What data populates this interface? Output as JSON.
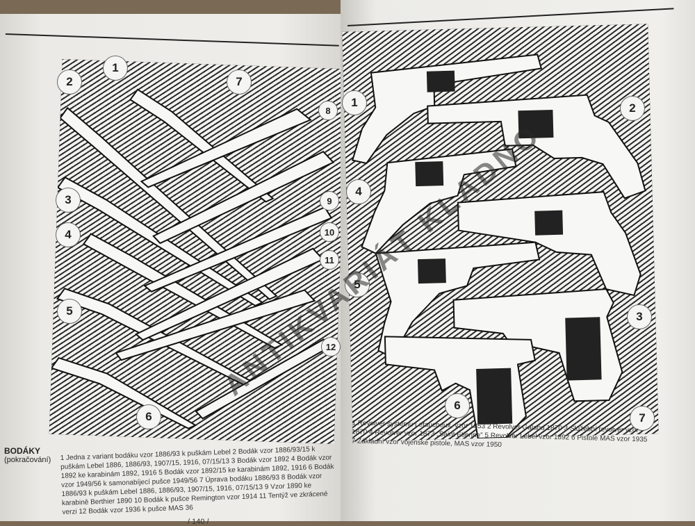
{
  "left_page": {
    "badges": [
      "1",
      "2",
      "3",
      "4",
      "5",
      "6",
      "7",
      "8",
      "9",
      "10",
      "11",
      "12"
    ],
    "caption_title": "BODÁKY",
    "caption_subtitle": "(pokračování)",
    "caption_text": "1 Jedna z variant bodáku vzor 1886/93 k puškám Lebel 2 Bodák vzor 1886/93/15 k puškám Lebel 1886, 1886/93, 1907/15, 1916, 07/15/13 3 Bodák vzor 1892 4 Bodák vzor 1892 ke karabinám 1892, 1916 5 Bodák vzor 1892/15 ke karabinám 1892, 1916 6 Bodák vzor 1949/56 k samonabíjecí pušce 1949/56 7 Úprava bodáku 1886/93 8 Bodák vzor 1886/93 k puškám Lebel 1886, 1886/93, 1907/15, 1916, 07/15/13 9 Vzor 1890 ke karabině Berthier 1890 10 Bodák k pušce Remington vzor 1914 11 Tentýž ve zkrácené verzi 12 Bodák vzor 1936 k pušce MAS 36",
    "page_number": "/ 140 /"
  },
  "right_page": {
    "badges": [
      "1",
      "2",
      "3",
      "4",
      "5",
      "6",
      "7"
    ],
    "caption_text": "1 Revolver systému Lefaucheux, vzor 1853 2 Revolver Galand 1870 3 Služební revolver vzor 1870 4 Revolver vzor 1873 „Saint Étienne\" 5 Revolver Lebel vzor 1892 6 Pistole MAS vzor 1935 7 Základní vzor vojenské pistole, MAS vzor 1950"
  },
  "watermark": "ANTIKVARIÁT KLADNO"
}
